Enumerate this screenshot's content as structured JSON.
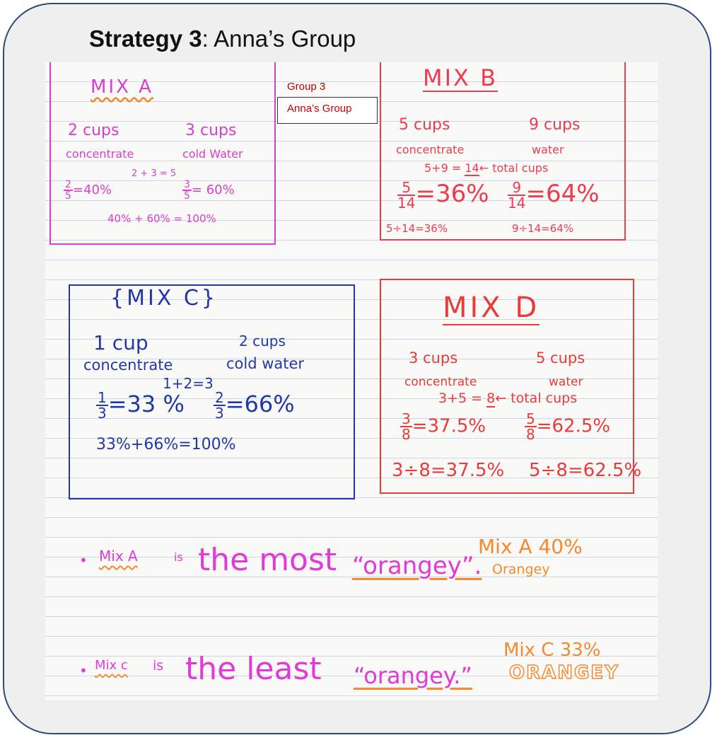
{
  "title": {
    "bold": "Strategy 3",
    "rest": ": Anna’s Group"
  },
  "tags": {
    "group": "Group 3",
    "name": "Anna’s Group"
  },
  "mix_a": {
    "heading": "MIX A",
    "left_amount": "2 cups",
    "right_amount": "3 cups",
    "left_label": "concentrate",
    "right_label": "cold Water",
    "sum": "2 + 3 = 5",
    "frac1_num": "2",
    "frac1_den": "5",
    "frac1_pct": "=40%",
    "frac2_num": "3",
    "frac2_den": "5",
    "frac2_pct": "= 60%",
    "total": "40% + 60% = 100%"
  },
  "mix_b": {
    "heading": "MIX B",
    "left_amount": "5 cups",
    "right_amount": "9 cups",
    "left_label": "concentrate",
    "right_label": "water",
    "sum_pre": "5+9 = ",
    "sum_total": "14",
    "sum_note": "← total cups",
    "frac1_num": "5",
    "frac1_den": "14",
    "frac1_pct": "=36%",
    "frac2_num": "9",
    "frac2_den": "14",
    "frac2_pct": "=64%",
    "div1": "5÷14=36%",
    "div2": "9÷14=64%"
  },
  "mix_c": {
    "heading": "MIX C",
    "left_amount": "1 cup",
    "right_amount": "2 cups",
    "left_label": "concentrate",
    "right_label": "cold water",
    "sum": "1+2=3",
    "frac1_num": "1",
    "frac1_den": "3",
    "frac1_pct": "=33 %",
    "frac2_num": "2",
    "frac2_den": "3",
    "frac2_pct": "=66%",
    "total": "33%+66%=100%"
  },
  "mix_d": {
    "heading": "MIX D",
    "left_amount": "3 cups",
    "right_amount": "5 cups",
    "left_label": "concentrate",
    "right_label": "water",
    "sum_pre": "3+5 = ",
    "sum_total": "8",
    "sum_note": "← total cups",
    "frac1_num": "3",
    "frac1_den": "8",
    "frac1_pct": "=37.5%",
    "frac2_num": "5",
    "frac2_den": "8",
    "frac2_pct": "=62.5%",
    "div1": "3÷8=37.5%",
    "div2": "5÷8=62.5%"
  },
  "conclusion_1": {
    "bullet": "•",
    "subject": "Mix A",
    "verb": "is",
    "phrase": "the most",
    "quoted": "“orangey”.",
    "note_line1": "Mix A 40%",
    "note_line2": "Orangey"
  },
  "conclusion_2": {
    "bullet": "•",
    "subject": "Mix c",
    "verb": "is",
    "phrase": "the least",
    "quoted": "“orangey.”",
    "note_line1": "Mix C 33%",
    "note_line2": "ORANGEY"
  },
  "colors": {
    "mix_a": "#d63fd0",
    "mix_b": "#ee3b4f",
    "mix_c": "#2338a8",
    "mix_d": "#ea3a3a",
    "orange": "#f5892f",
    "magenta": "#e13ad6"
  }
}
